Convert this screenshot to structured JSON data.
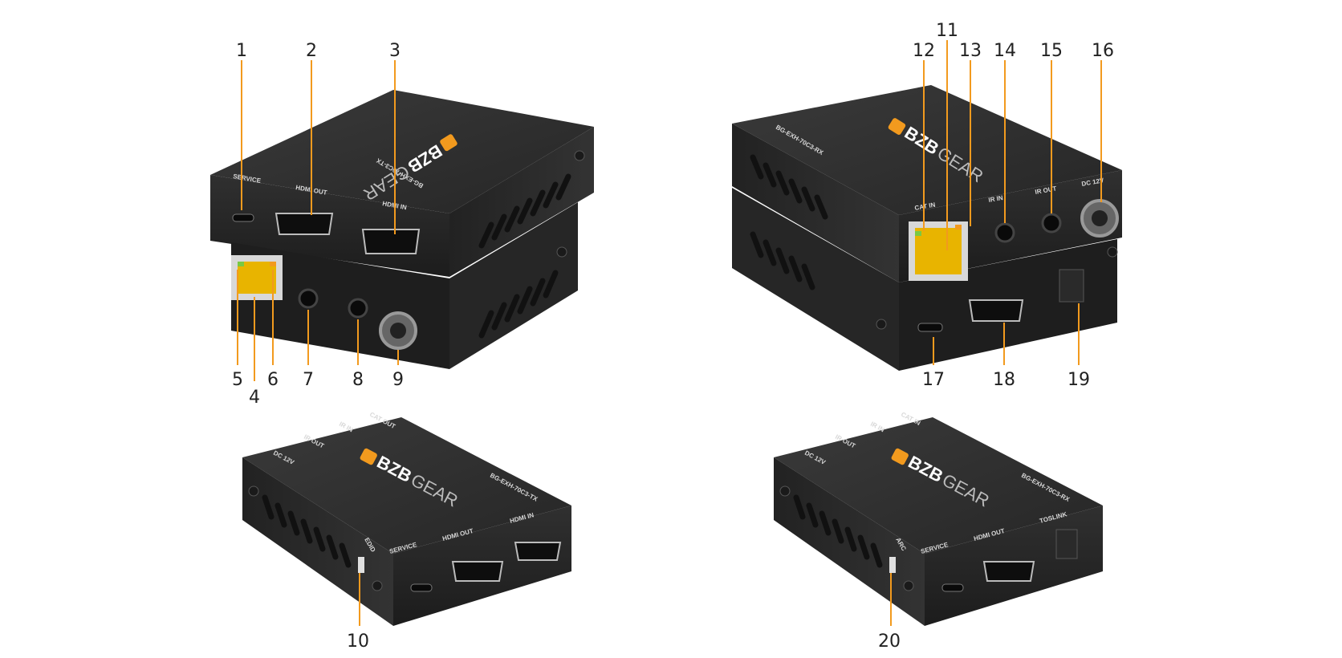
{
  "callouts": [
    "1",
    "2",
    "3",
    "4",
    "5",
    "6",
    "7",
    "8",
    "9",
    "10",
    "11",
    "12",
    "13",
    "14",
    "15",
    "16",
    "17",
    "18",
    "19",
    "20"
  ],
  "brand": {
    "bzb": "BZB",
    "gear": "GEAR"
  },
  "tx": {
    "model": "BG-EXH-70C3-TX",
    "service": "SERVICE",
    "hdmi_out": "HDMI OUT",
    "hdmi_in": "HDMI IN",
    "edid": "EDID",
    "cat_out": "CAT OUT",
    "ir_in": "IR IN",
    "ir_out": "IR OUT",
    "dc": "DC 12V"
  },
  "rx": {
    "model": "BG-EXH-70C3-RX",
    "service": "SERVICE",
    "hdmi_out": "HDMI OUT",
    "toslink": "TOSLINK",
    "arc": "ARC",
    "cat_in": "CAT IN",
    "ir_in": "IR IN",
    "ir_out": "IR OUT",
    "dc": "DC 12V"
  },
  "colors": {
    "accent": "#f29a1e",
    "device": "#2b2b2b",
    "rj45": "#e8b400"
  }
}
